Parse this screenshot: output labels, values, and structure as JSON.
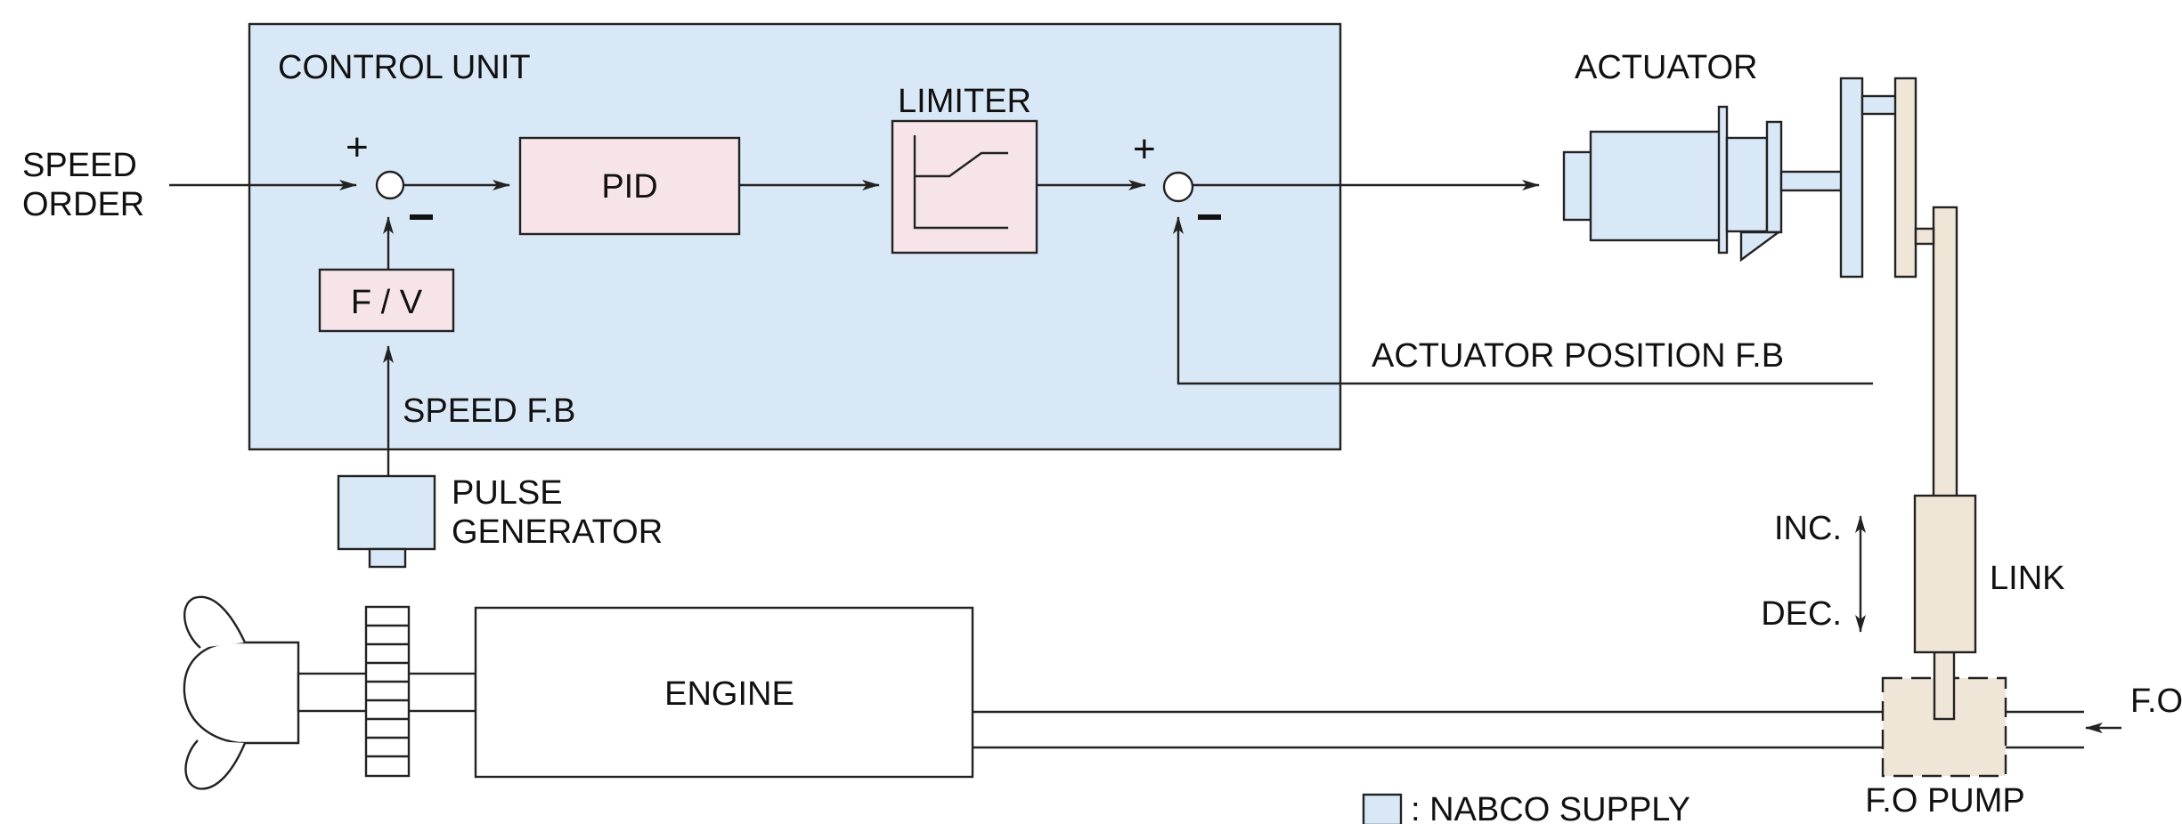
{
  "labels": {
    "control_unit": "CONTROL UNIT",
    "speed_order_1": "SPEED",
    "speed_order_2": "ORDER",
    "pid": "PID",
    "limiter": "LIMITER",
    "fv": "F / V",
    "speed_fb": "SPEED F.B",
    "pulse_gen_1": "PULSE",
    "pulse_gen_2": "GENERATOR",
    "engine": "ENGINE",
    "actuator": "ACTUATOR",
    "actuator_fb": "ACTUATOR POSITION F.B",
    "link": "LINK",
    "inc": "INC.",
    "dec": "DEC.",
    "fo_pump": "F.O PUMP",
    "fo_in": "F.O",
    "legend": ": NABCO SUPPLY",
    "plus": "+",
    "minus": "−"
  },
  "colors": {
    "nabco_supply": "#d9e8f6",
    "control_block": "#f6e4e8",
    "mechanical": "#efe6d7",
    "line": "#222222"
  }
}
